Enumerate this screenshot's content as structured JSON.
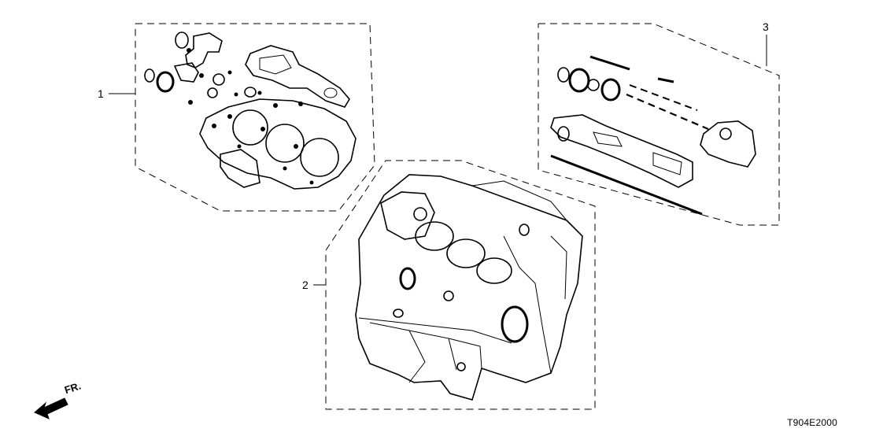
{
  "callouts": {
    "item1": "1",
    "item2": "2",
    "item3": "3"
  },
  "part_number": "T904E2000",
  "direction_label": "FR.",
  "icons": [
    "front-direction-arrow-icon"
  ]
}
